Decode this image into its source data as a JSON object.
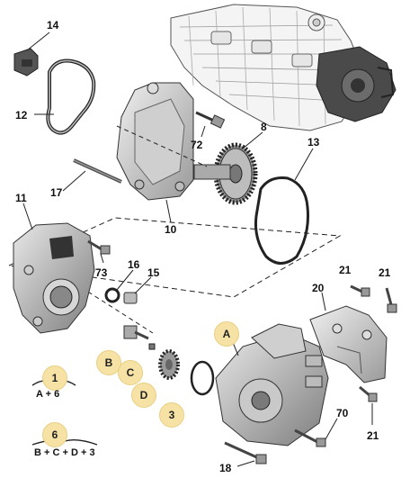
{
  "callouts": {
    "n14": "14",
    "n12": "12",
    "n72": "72",
    "n8": "8",
    "n13": "13",
    "n17": "17",
    "n10": "10",
    "n11": "11",
    "n16": "16",
    "n15": "15",
    "n73": "73",
    "n21a": "21",
    "n21b": "21",
    "n20": "20",
    "n21c": "21",
    "n70": "70",
    "n18": "18"
  },
  "badges": {
    "A": "A",
    "B": "B",
    "C": "C",
    "D": "D",
    "n3": "3"
  },
  "legend": {
    "kit1": {
      "number": "1",
      "formula": "A + 6"
    },
    "kit6": {
      "number": "6",
      "formula": "B + C + D + 3"
    }
  },
  "colors": {
    "badge_fill": "#f7e2a6",
    "line": "#222222",
    "part_fill": "#d9d9d9"
  }
}
